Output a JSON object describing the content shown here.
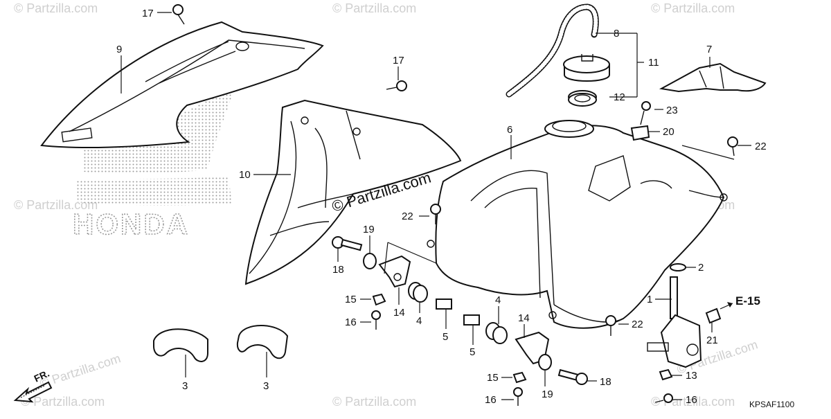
{
  "watermark": {
    "main": "© Partzilla.com",
    "repeat": "© Partzilla.com"
  },
  "brand_text": "HONDA",
  "diagram_code": "KPSAF1100",
  "reference": "E-15",
  "direction_label": "FR.",
  "callouts": {
    "c1": "1",
    "c2": "2",
    "c3a": "3",
    "c3b": "3",
    "c4a": "4",
    "c4b": "4",
    "c5a": "5",
    "c5b": "5",
    "c6": "6",
    "c7": "7",
    "c8": "8",
    "c9": "9",
    "c10": "10",
    "c11": "11",
    "c12": "12",
    "c13": "13",
    "c14a": "14",
    "c14b": "14",
    "c15a": "15",
    "c15b": "15",
    "c16a": "16",
    "c16b": "16",
    "c16c": "16",
    "c17a": "17",
    "c17b": "17",
    "c18a": "18",
    "c18b": "18",
    "c19a": "19",
    "c19b": "19",
    "c20": "20",
    "c21": "21",
    "c22a": "22",
    "c22b": "22",
    "c22c": "22",
    "c23": "23"
  }
}
